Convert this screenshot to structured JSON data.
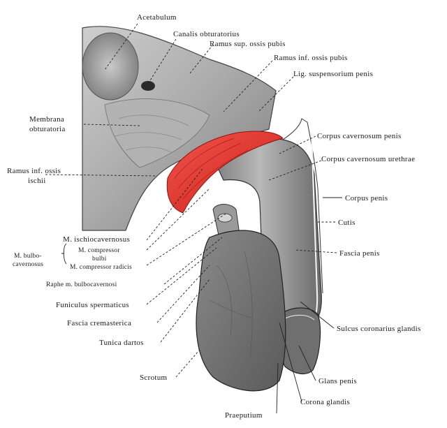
{
  "labels": {
    "acetabulum": "Acetabulum",
    "canalis_obturatorius": "Canalis obturatorius",
    "ramus_sup": "Ramus sup. ossis pubis",
    "ramus_inf_pubis": "Ramus inf. ossis pubis",
    "lig_suspensorium": "Lig. suspensorium penis",
    "membrana_line1": "Membrana",
    "membrana_line2": "obturatoria",
    "corpus_cav_penis": "Corpus cavernosum penis",
    "corpus_cav_urethrae": "Corpus cavernosum urethrae",
    "ramus_ischii_line1": "Ramus inf. ossis",
    "ramus_ischii_line2": "ischii",
    "corpus_penis": "Corpus penis",
    "cutis": "Cutis",
    "m_ischio": "M. ischiocavernosus",
    "m_bulbo_line1": "M. bulbo-",
    "m_bulbo_line2": "cavernosus",
    "m_compressor_bulbi_line1": "M. compressor",
    "m_compressor_bulbi_line2": "bulbi",
    "m_compressor_radicis": "M. compressor radicis",
    "fascia_penis": "Fascia penis",
    "raphe": "Raphe m. bulbocavernosi",
    "funiculus": "Funiculus spermaticus",
    "fascia_crem": "Fascia cremasterica",
    "sulcus": "Sulcus coronarius glandis",
    "tunica": "Tunica dartos",
    "glans": "Glans penis",
    "scrotum": "Scrotum",
    "corona": "Corona glandis",
    "praeputium": "Praeputium"
  },
  "colors": {
    "muscle": "#e8302a",
    "tissue": "#8f8f8f",
    "bone": "#a8a8a8"
  }
}
